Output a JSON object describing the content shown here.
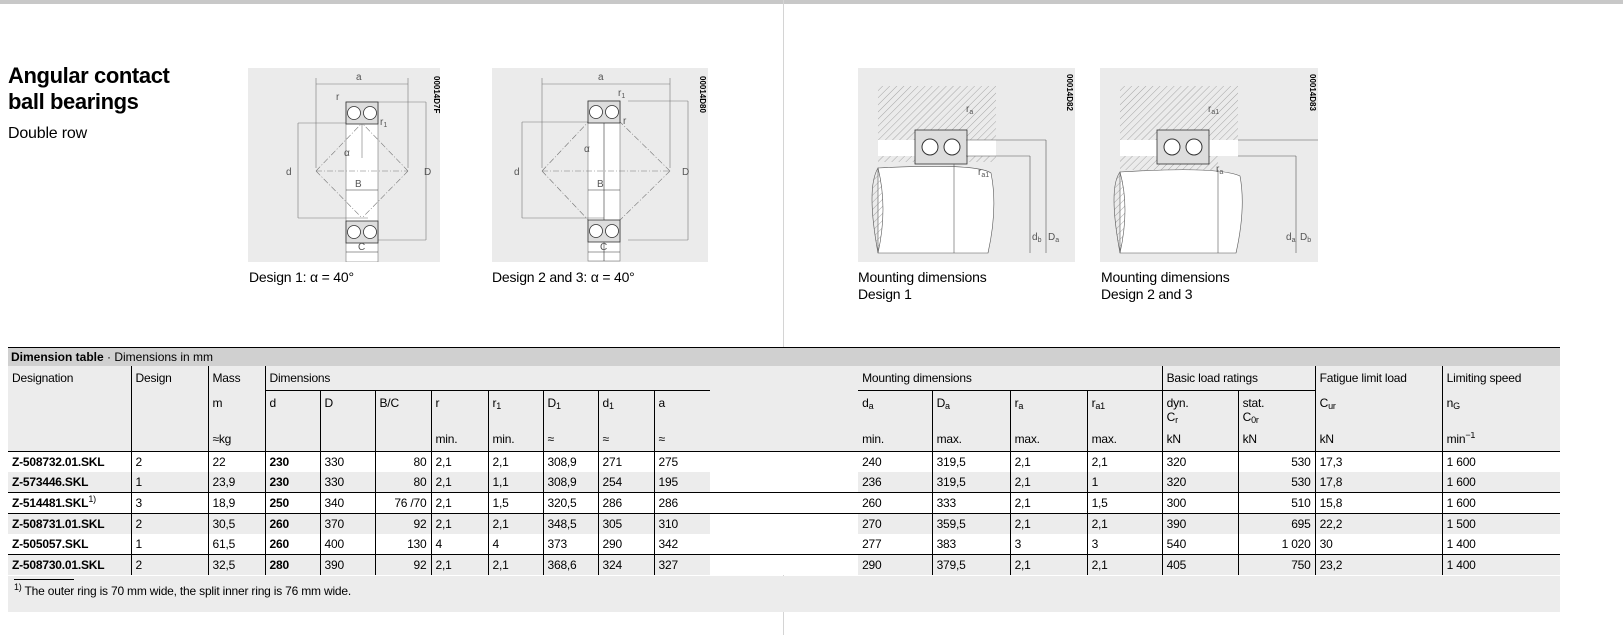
{
  "header": {
    "title_line1": "Angular contact",
    "title_line2": "ball bearings",
    "subtitle": "Double row"
  },
  "figures": [
    {
      "code": "00014D7F",
      "caption": "Design 1: α = 40°",
      "labels": {
        "a": "a",
        "r": "r",
        "r1": "r",
        "r1_sub": "1",
        "alpha": "α",
        "d": "d",
        "D": "D",
        "B": "B",
        "C": "C"
      }
    },
    {
      "code": "00014D80",
      "caption": "Design 2 and 3: α = 40°",
      "labels": {
        "a": "a",
        "r": "r",
        "r1": "r",
        "r1_sub": "1",
        "alpha": "α",
        "d": "d",
        "D": "D",
        "B": "B",
        "C": "C"
      }
    },
    {
      "code": "00014D82",
      "caption_line1": "Mounting dimensions",
      "caption_line2": "Design 1",
      "labels": {
        "ra": "r",
        "ra_sub": "a",
        "ra1": "r",
        "ra1_sub": "a1",
        "db": "d",
        "db_sub": "b",
        "Da": "D",
        "Da_sub": "a"
      }
    },
    {
      "code": "00014D83",
      "caption_line1": "Mounting dimensions",
      "caption_line2": "Design 2 and 3",
      "labels": {
        "ra": "r",
        "ra_sub": "a",
        "ra1": "r",
        "ra1_sub": "a1",
        "da": "d",
        "da_sub": "a",
        "Db": "D",
        "Db_sub": "b"
      }
    }
  ],
  "table": {
    "title": "Dimension table",
    "title_suffix": " · Dimensions in mm",
    "groups": {
      "designation": "Designation",
      "design": "Design",
      "mass": "Mass",
      "dimensions": "Dimensions",
      "mounting": "Mounting dimensions",
      "load": "Basic load ratings",
      "fatigue": "Fatigue limit load",
      "speed": "Limiting speed"
    },
    "symbols": {
      "m": "m",
      "d": "d",
      "D": "D",
      "BC": "B/C",
      "r": "r",
      "r1": "r",
      "r1_sub": "1",
      "D1": "D",
      "D1_sub": "1",
      "d1": "d",
      "d1_sub": "1",
      "a": "a",
      "da": "d",
      "da_sub": "a",
      "Da": "D",
      "Da_sub": "a",
      "ra": "r",
      "ra_sub": "a",
      "ra1": "r",
      "ra1_sub": "a1",
      "dyn": "dyn.",
      "Cr": "C",
      "Cr_sub": "r",
      "stat": "stat.",
      "C0r": "C",
      "C0r_sub": "0r",
      "Cur": "C",
      "Cur_sub": "ur",
      "nG": "n",
      "nG_sub": "G"
    },
    "units": {
      "mass": "≈kg",
      "r": "min.",
      "r1": "min.",
      "D1": "≈",
      "d1": "≈",
      "a": "≈",
      "da": "min.",
      "Da": "max.",
      "ra": "max.",
      "ra1": "max.",
      "Cr": "kN",
      "C0r": "kN",
      "Cur": "kN",
      "nG": "min",
      "nG_sup": "−1"
    },
    "rows": [
      {
        "designation": "Z-508732.01.SKL",
        "ref": "",
        "cells": [
          "2",
          "22",
          "230",
          "330",
          "80",
          "2,1",
          "2,1",
          "308,9",
          "271",
          "275",
          "240",
          "319,5",
          "2,1",
          "2,1",
          "320",
          "530",
          "17,3",
          "1 600"
        ]
      },
      {
        "designation": "Z-573446.SKL",
        "ref": "",
        "cells": [
          "1",
          "23,9",
          "230",
          "330",
          "80",
          "2,1",
          "1,1",
          "308,9",
          "254",
          "195",
          "236",
          "319,5",
          "2,1",
          "1",
          "320",
          "530",
          "17,8",
          "1 600"
        ]
      },
      {
        "designation": "Z-514481.SKL",
        "ref": "1)",
        "cells": [
          "3",
          "18,9",
          "250",
          "340",
          "76 /70",
          "2,1",
          "1,5",
          "320,5",
          "286",
          "286",
          "260",
          "333",
          "2,1",
          "1,5",
          "300",
          "510",
          "15,8",
          "1 600"
        ]
      },
      {
        "designation": "Z-508731.01.SKL",
        "ref": "",
        "cells": [
          "2",
          "30,5",
          "260",
          "370",
          "92",
          "2,1",
          "2,1",
          "348,5",
          "305",
          "310",
          "270",
          "359,5",
          "2,1",
          "2,1",
          "390",
          "695",
          "22,2",
          "1 500"
        ]
      },
      {
        "designation": "Z-505057.SKL",
        "ref": "",
        "cells": [
          "1",
          "61,5",
          "260",
          "400",
          "130",
          "4",
          "4",
          "373",
          "290",
          "342",
          "277",
          "383",
          "3",
          "3",
          "540",
          "1 020",
          "30",
          "1 400"
        ]
      },
      {
        "designation": "Z-508730.01.SKL",
        "ref": "",
        "cells": [
          "2",
          "32,5",
          "280",
          "390",
          "92",
          "2,1",
          "2,1",
          "368,6",
          "324",
          "327",
          "290",
          "379,5",
          "2,1",
          "2,1",
          "405",
          "750",
          "23,2",
          "1 400"
        ]
      }
    ],
    "footnote_mark": "1)",
    "footnote": "The outer ring is 70 mm wide, the split inner ring is 76 mm wide."
  }
}
